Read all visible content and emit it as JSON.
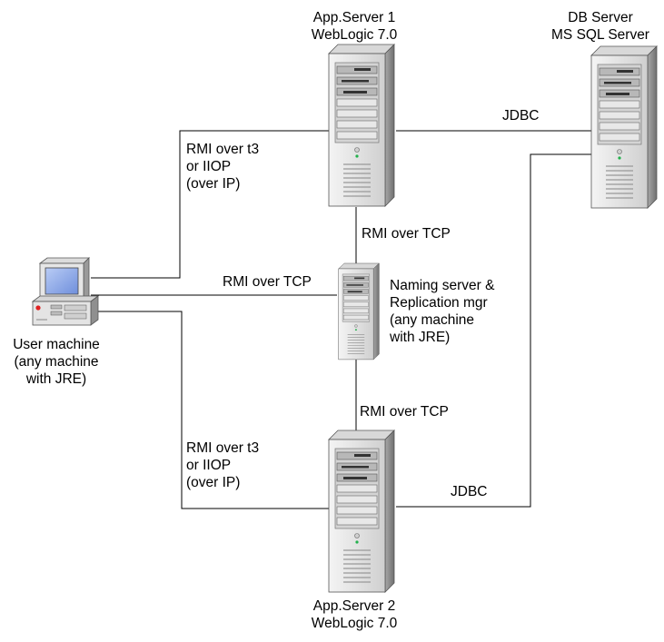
{
  "nodes": {
    "app_server_1": {
      "title": "App.Server 1",
      "subtitle": "WebLogic 7.0"
    },
    "app_server_2": {
      "title": "App.Server 2",
      "subtitle": "WebLogic 7.0"
    },
    "db_server": {
      "title": "DB Server",
      "subtitle": "MS SQL Server"
    },
    "naming_server": {
      "lines": [
        "Naming server &",
        "Replication mgr",
        "(any machine",
        "with JRE)"
      ]
    },
    "user_machine": {
      "lines": [
        "User machine",
        "(any machine",
        "with JRE)"
      ]
    }
  },
  "links": {
    "user_app1": {
      "lines": [
        "RMI over t3",
        "or IIOP",
        "(over IP)"
      ]
    },
    "user_app2": {
      "lines": [
        "RMI over t3",
        "or IIOP",
        "(over IP)"
      ]
    },
    "user_naming": {
      "label": "RMI over TCP"
    },
    "app1_naming": {
      "label": "RMI over TCP"
    },
    "naming_app2": {
      "label": "RMI over TCP"
    },
    "app1_db": {
      "label": "JDBC"
    },
    "app2_db": {
      "label": "JDBC"
    }
  },
  "colors": {
    "tower_light": "#e6e6e6",
    "tower_mid": "#c4c4c4",
    "tower_dark": "#7a7a7a",
    "screen_blue": "#8fa8e8",
    "led_green": "#22b14c",
    "led_red": "#e02020"
  }
}
